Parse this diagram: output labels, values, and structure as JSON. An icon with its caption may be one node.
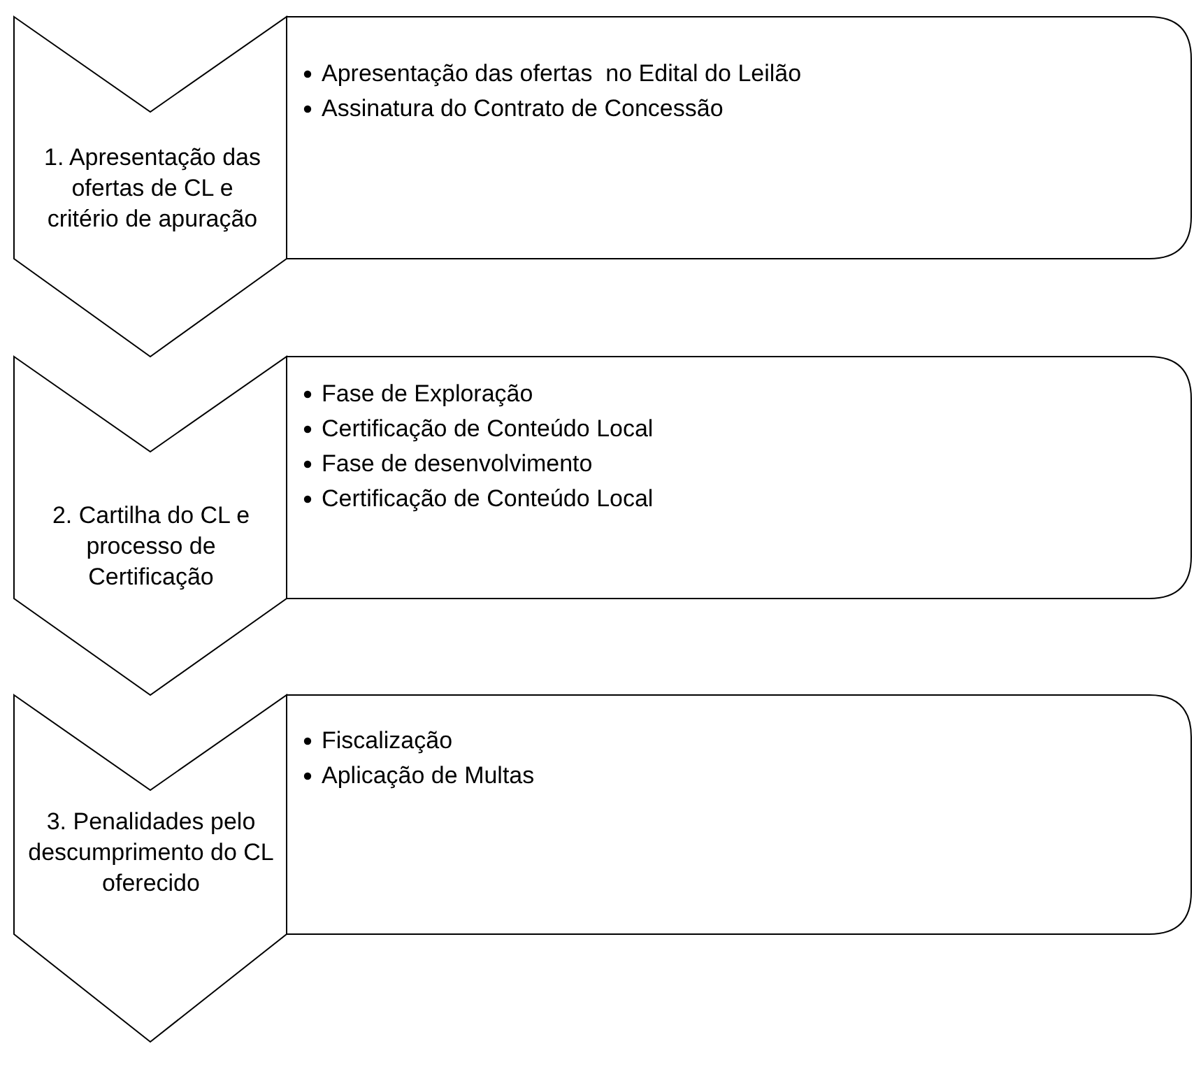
{
  "diagram": {
    "nodes": [
      {
        "text": [
          "1. Apresentação das ofertas de CL e critério de apuração"
        ]
      },
      {
        "text": [
          "Apresentação das ofertas  no Edital do Leilão",
          "Assinatura do Contrato de Concessão"
        ]
      },
      {
        "text": [
          "2. Cartilha do CL e processo de Certificação"
        ]
      },
      {
        "text": [
          "Fase de Exploração",
          "Certificação de Conteúdo Local",
          "Fase de desenvolvimento",
          "Certificação de Conteúdo Local"
        ]
      },
      {
        "text": [
          "3. Penalidades pelo descumprimento do CL oferecido"
        ]
      },
      {
        "text": [
          "Fiscalização",
          "Aplicação de Multas"
        ]
      }
    ]
  }
}
